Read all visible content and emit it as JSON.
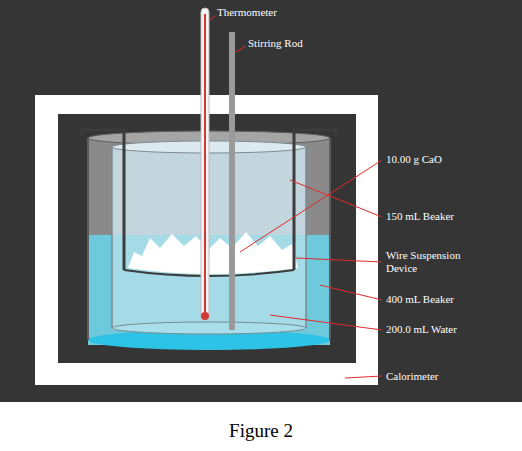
{
  "diagram": {
    "caption": "Figure 2",
    "labels": [
      "Thermometer",
      "Stirring Rod",
      "10.00 g CaO",
      "150 mL Beaker",
      "Wire Suspension Device",
      "400 mL Beaker",
      "200.0 mL Water",
      "Calorimeter"
    ]
  }
}
